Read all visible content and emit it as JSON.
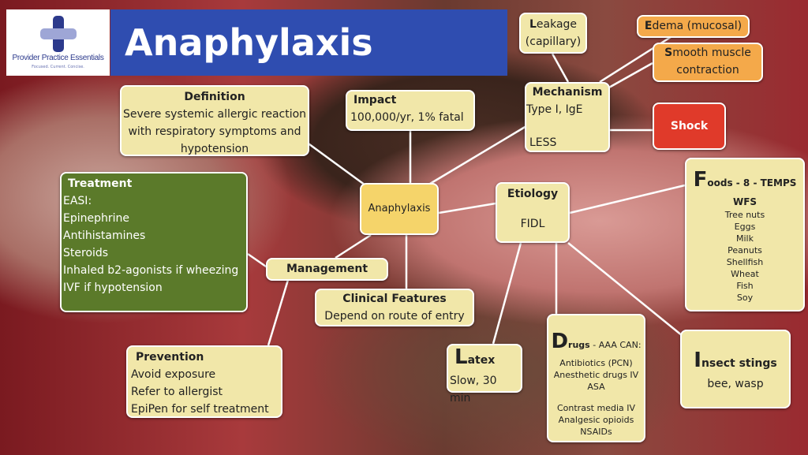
{
  "logo": {
    "name": "Provider Practice Essentials",
    "tagline": "Focused. Current. Concise."
  },
  "title": "Anaphylaxis",
  "center": "Anaphylaxis",
  "definition": {
    "title": "Definition",
    "lines": [
      "Severe systemic allergic reaction",
      "with respiratory symptoms and",
      "hypotension"
    ]
  },
  "impact": {
    "title": "Impact",
    "text": "100,000/yr, 1% fatal"
  },
  "mechanism": {
    "title": "Mechanism",
    "line1": "Type I, IgE",
    "line2": "LESS"
  },
  "leakage": {
    "initial": "L",
    "rest": "eakage",
    "sub": "(capillary)"
  },
  "edema": {
    "initial": "E",
    "rest": "dema (mucosal)"
  },
  "smooth": {
    "initial": "S",
    "rest": "mooth muscle",
    "sub": "contraction"
  },
  "shock": "Shock",
  "treatment": {
    "title": "Treatment",
    "lines": [
      "EASI:",
      "Epinephrine",
      "Antihistamines",
      "Steroids",
      "Inhaled b2-agonists if wheezing",
      "IVF if hypotension"
    ]
  },
  "etiology": {
    "title": "Etiology",
    "text": "FIDL"
  },
  "foods": {
    "initial": "F",
    "rest": "oods - 8 - TEMPS",
    "sub": "WFS",
    "items": [
      "Tree nuts",
      "Eggs",
      "Milk",
      "Peanuts",
      "Shellfish",
      "Wheat",
      "Fish",
      "Soy"
    ]
  },
  "management": "Management",
  "clinical": {
    "title": "Clinical Features",
    "text": "Depend on route of entry"
  },
  "latex": {
    "initial": "L",
    "rest": "atex",
    "text": "Slow, 30 min"
  },
  "drugs": {
    "initial": "D",
    "rest": "rugs",
    "suffix": " - AAA CAN:",
    "items1": [
      "Antibiotics (PCN)",
      "Anesthetic drugs IV",
      "ASA"
    ],
    "items2": [
      "Contrast media IV",
      "Analgesic opioids",
      "NSAIDs"
    ]
  },
  "insect": {
    "initial": "I",
    "rest": "nsect stings",
    "text": "bee, wasp"
  },
  "prevention": {
    "title": "Prevention",
    "lines": [
      "Avoid exposure",
      "Refer to allergist",
      "EpiPen for self treatment"
    ]
  },
  "colors": {
    "box": "#f1e7a9",
    "title_bar": "#2f4db0",
    "treatment": "#5b7a2a",
    "orange": "#f4a94a",
    "shock": "#e03a2a",
    "center": "#f5d46a"
  }
}
